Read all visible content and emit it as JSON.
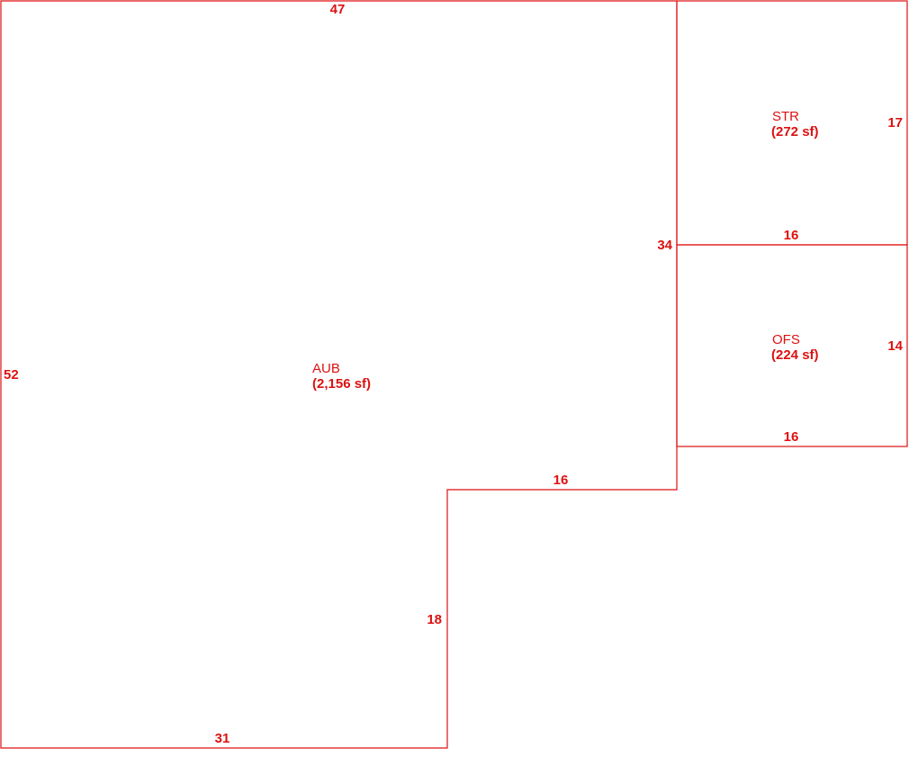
{
  "colors": {
    "line": "#dd1111",
    "text": "#dd1111",
    "background": "#ffffff"
  },
  "areas": {
    "aub": {
      "code": "AUB",
      "size": "(2,156 sf)"
    },
    "str": {
      "code": "STR",
      "size": "(272 sf)"
    },
    "ofs": {
      "code": "OFS",
      "size": "(224 sf)"
    }
  },
  "dimensions": {
    "aub_top": "47",
    "aub_left": "52",
    "aub_bottom": "31",
    "aub_step_vertical": "18",
    "aub_step_horizontal": "16",
    "aub_right": "34",
    "str_right": "17",
    "str_bottom": "16",
    "ofs_right": "14",
    "ofs_bottom": "16"
  }
}
